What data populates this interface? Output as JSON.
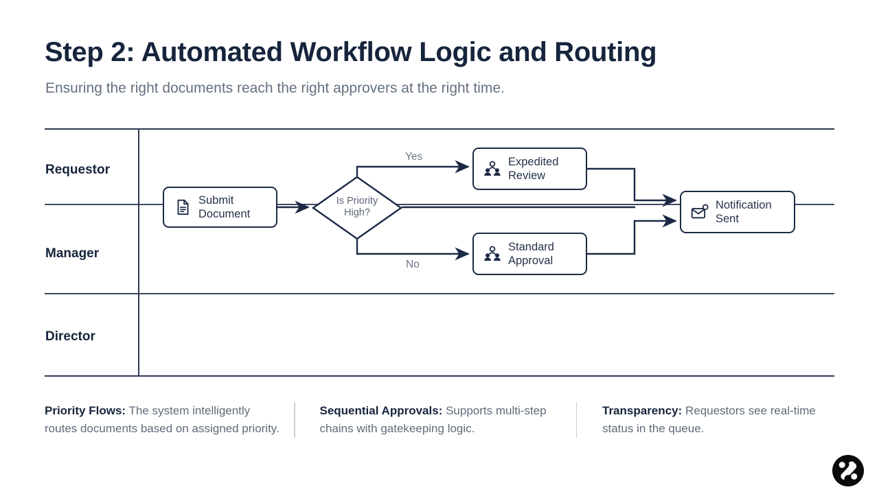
{
  "header": {
    "title": "Step 2: Automated Workflow Logic and Routing",
    "subtitle": "Ensuring the right documents reach the right approvers at the right time."
  },
  "diagram": {
    "type": "swimlane-flowchart",
    "lanes": [
      {
        "label": "Requestor"
      },
      {
        "label": "Manager"
      },
      {
        "label": "Director"
      }
    ],
    "nodes": [
      {
        "id": "submit-document",
        "label": "Submit\nDocument",
        "shape": "rounded-rect",
        "icon": "document-icon",
        "lane": "Requestor"
      },
      {
        "id": "is-priority-high",
        "label": "Is Priority\nHigh?",
        "shape": "diamond",
        "icon": null,
        "lane": "Requestor"
      },
      {
        "id": "expedited-review",
        "label": "Expedited\nReview",
        "shape": "rounded-rect",
        "icon": "users-icon",
        "lane": "Requestor"
      },
      {
        "id": "standard-approval",
        "label": "Standard\nApproval",
        "shape": "rounded-rect",
        "icon": "users-icon",
        "lane": "Manager"
      },
      {
        "id": "notification-sent",
        "label": "Notification\nSent",
        "shape": "rounded-rect",
        "icon": "mail-notification-icon",
        "lane": "Requestor"
      }
    ],
    "edges": [
      {
        "from": "submit-document",
        "to": "is-priority-high",
        "label": ""
      },
      {
        "from": "is-priority-high",
        "to": "expedited-review",
        "label": "Yes"
      },
      {
        "from": "is-priority-high",
        "to": "standard-approval",
        "label": "No"
      },
      {
        "from": "expedited-review",
        "to": "notification-sent",
        "label": ""
      },
      {
        "from": "standard-approval",
        "to": "notification-sent",
        "label": ""
      }
    ],
    "branch_labels": {
      "yes": "Yes",
      "no": "No"
    }
  },
  "footer": {
    "notes": [
      {
        "term": "Priority Flows:",
        "text": " The system intelligently routes documents based on assigned priority."
      },
      {
        "term": "Sequential Approvals:",
        "text": " Supports multi-step chains with gatekeeping logic."
      },
      {
        "term": "Transparency:",
        "text": " Requestors see real-time status in the queue."
      }
    ]
  },
  "colors": {
    "ink": "#16243c",
    "stroke": "#1b2944",
    "muted": "#64707f",
    "lane_rule": "#2d3a52",
    "logo": "#0b0b0b"
  }
}
